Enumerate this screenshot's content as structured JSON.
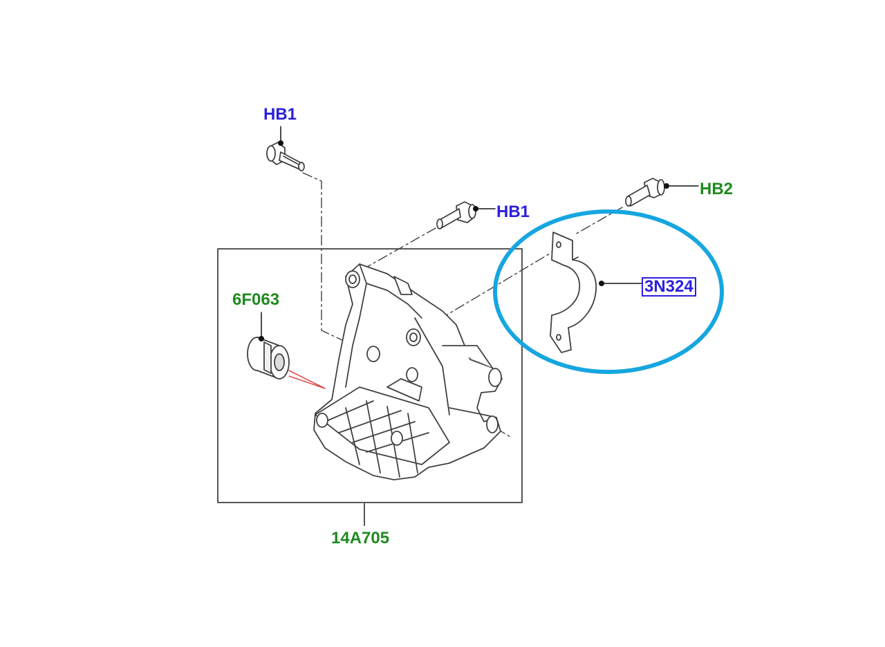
{
  "callouts": {
    "hb1_top": "HB1",
    "hb1_mid": "HB1",
    "hb2": "HB2",
    "bushing": "6F063",
    "clamp": "3N324",
    "bracket": "14A705"
  },
  "colors": {
    "callout_blue": "#2a1fe0",
    "callout_green": "#1f8a1f",
    "highlight_ellipse": "#16a6e0",
    "leader_red": "#e03030",
    "line_art": "#404040"
  },
  "icons": {
    "bolt": "hex-flange-bolt-icon",
    "bushing": "rubber-bushing-icon",
    "clamp": "p-clamp-icon",
    "bracket": "mounting-bracket-icon"
  }
}
